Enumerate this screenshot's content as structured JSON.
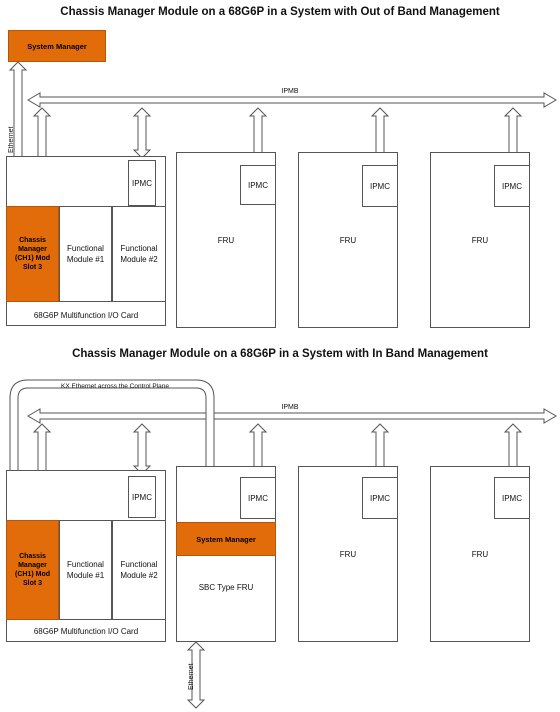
{
  "diagram1": {
    "title": "Chassis Manager Module on a 68G6P in a System with Out of Band Management",
    "system_manager": "System Manager",
    "ethernet": "Ethernet",
    "ipmb": "IPMB",
    "ipmc": "IPMC",
    "chassis_manager": "Chassis Manager (CH1) Mod Slot 3",
    "functional1": "Functional Module #1",
    "functional2": "Functional Module #2",
    "card_label": "68G6P Multifunction I/O Card",
    "fru": "FRU"
  },
  "diagram2": {
    "title": "Chassis Manager Module on a 68G6P in a System with In Band Management",
    "kx_ethernet": "KX Ethernet across the Control Plane",
    "ipmb": "IPMB",
    "ipmc": "IPMC",
    "chassis_manager": "Chassis Manager (CH1) Mod Slot 3",
    "functional1": "Functional Module #1",
    "functional2": "Functional Module #2",
    "card_label": "68G6P Multifunction I/O Card",
    "system_manager": "System Manager",
    "sbc_fru": "SBC Type FRU",
    "fru": "FRU",
    "ethernet": "Ethernet"
  },
  "colors": {
    "orange": "#e36c0a",
    "border": "#555555"
  }
}
